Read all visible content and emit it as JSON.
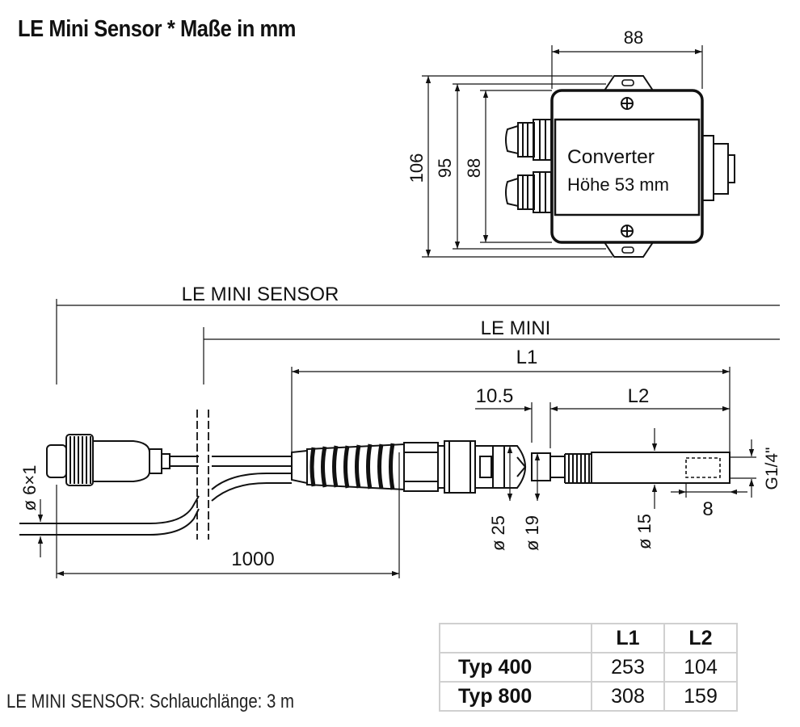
{
  "title": "LE Mini Sensor * Maße in mm",
  "converter": {
    "label": "Converter",
    "height_note": "Höhe 53 mm",
    "dim_width": "88",
    "dim_height_outer": "106",
    "dim_height_mid": "95",
    "dim_height_inner": "88"
  },
  "sensor": {
    "label_le_mini_sensor": "LE MINI SENSOR",
    "label_le_mini": "LE MINI",
    "dim_l1": "L1",
    "dim_10_5": "10.5",
    "dim_l2": "L2",
    "dim_cable_dia": "ø 6×1",
    "dim_1000": "1000",
    "dim_25": "ø 25",
    "dim_19": "ø 19",
    "dim_15": "ø 15",
    "dim_8": "8",
    "dim_thread": "G1/4\""
  },
  "table": {
    "headers": [
      "",
      "L1",
      "L2"
    ],
    "rows": [
      {
        "name": "Typ 400",
        "l1": "253",
        "l2": "104"
      },
      {
        "name": "Typ 800",
        "l1": "308",
        "l2": "159"
      }
    ]
  },
  "footnote": "LE MINI SENSOR: Schlauchlänge: 3 m"
}
